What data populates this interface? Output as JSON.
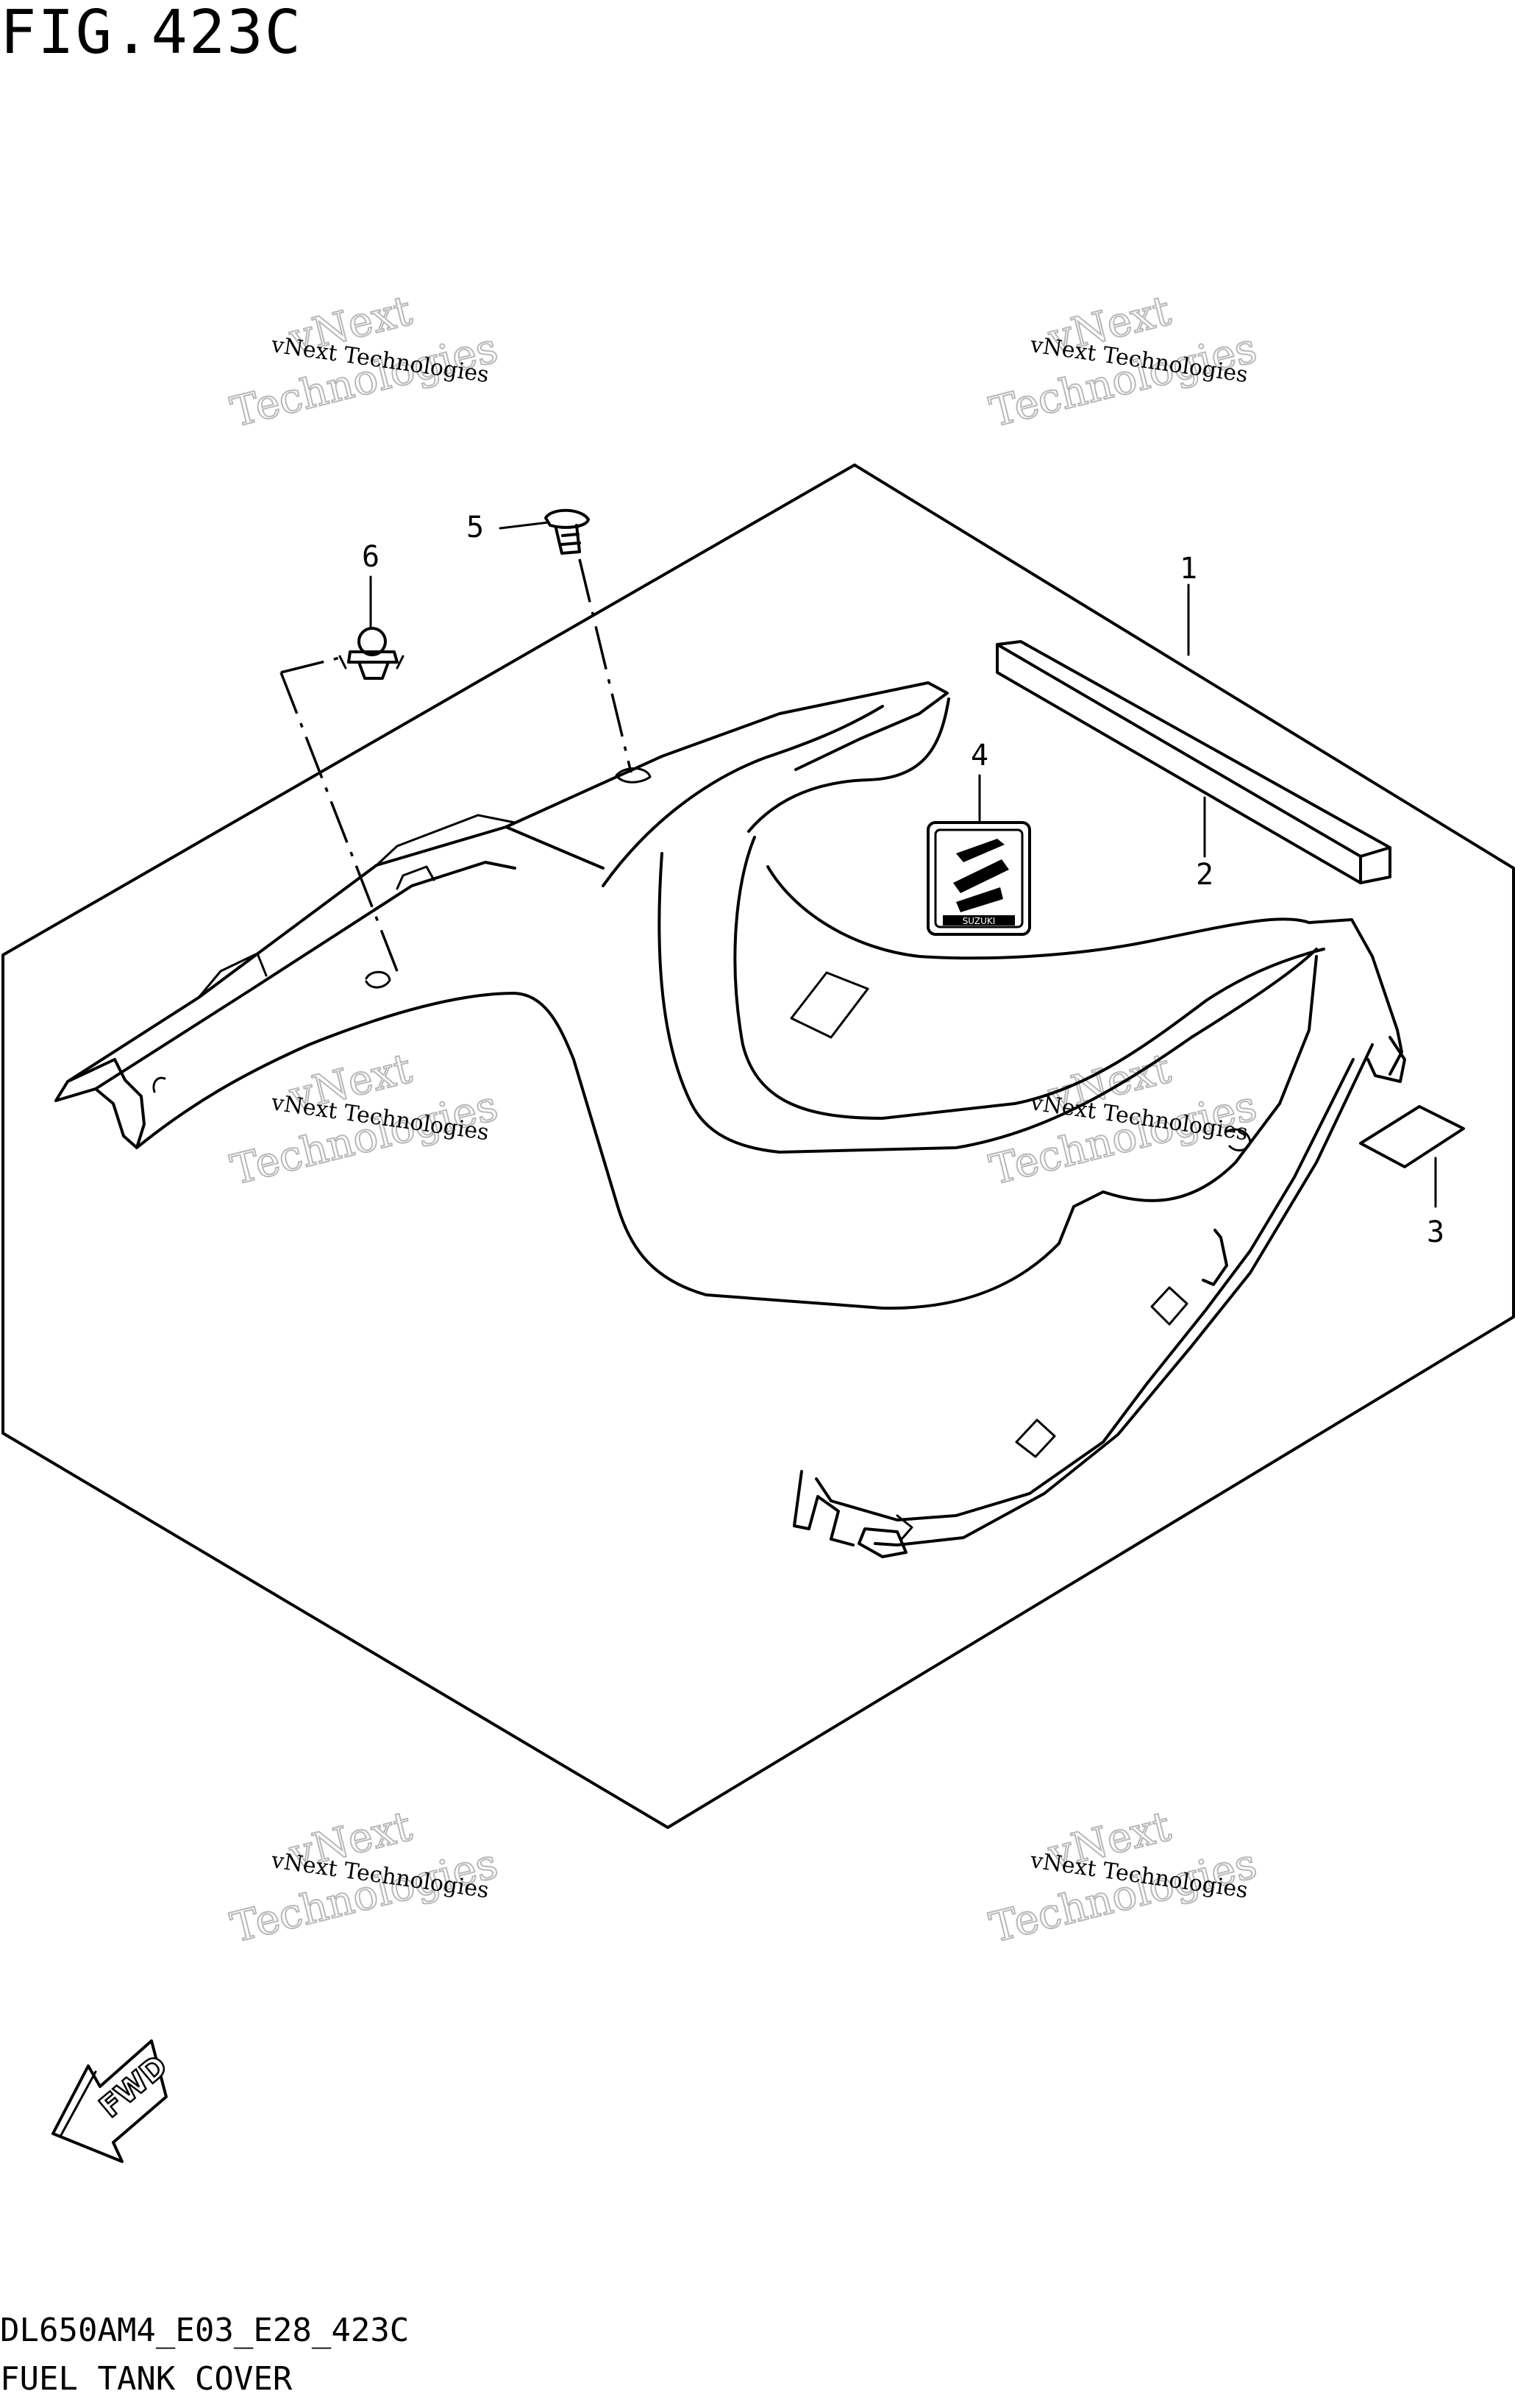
{
  "figure_title": "FIG.423C",
  "footer": {
    "code": "DL650AM4_E03_E28_423C",
    "name": "FUEL TANK COVER"
  },
  "callouts": [
    "1",
    "2",
    "3",
    "4",
    "5",
    "6"
  ],
  "fwd_label": "FWD",
  "emblem_text": "SUZUKI",
  "watermark": {
    "small": "vNext Technologies",
    "large_top": "vNext",
    "large_bottom": "Technologies"
  }
}
